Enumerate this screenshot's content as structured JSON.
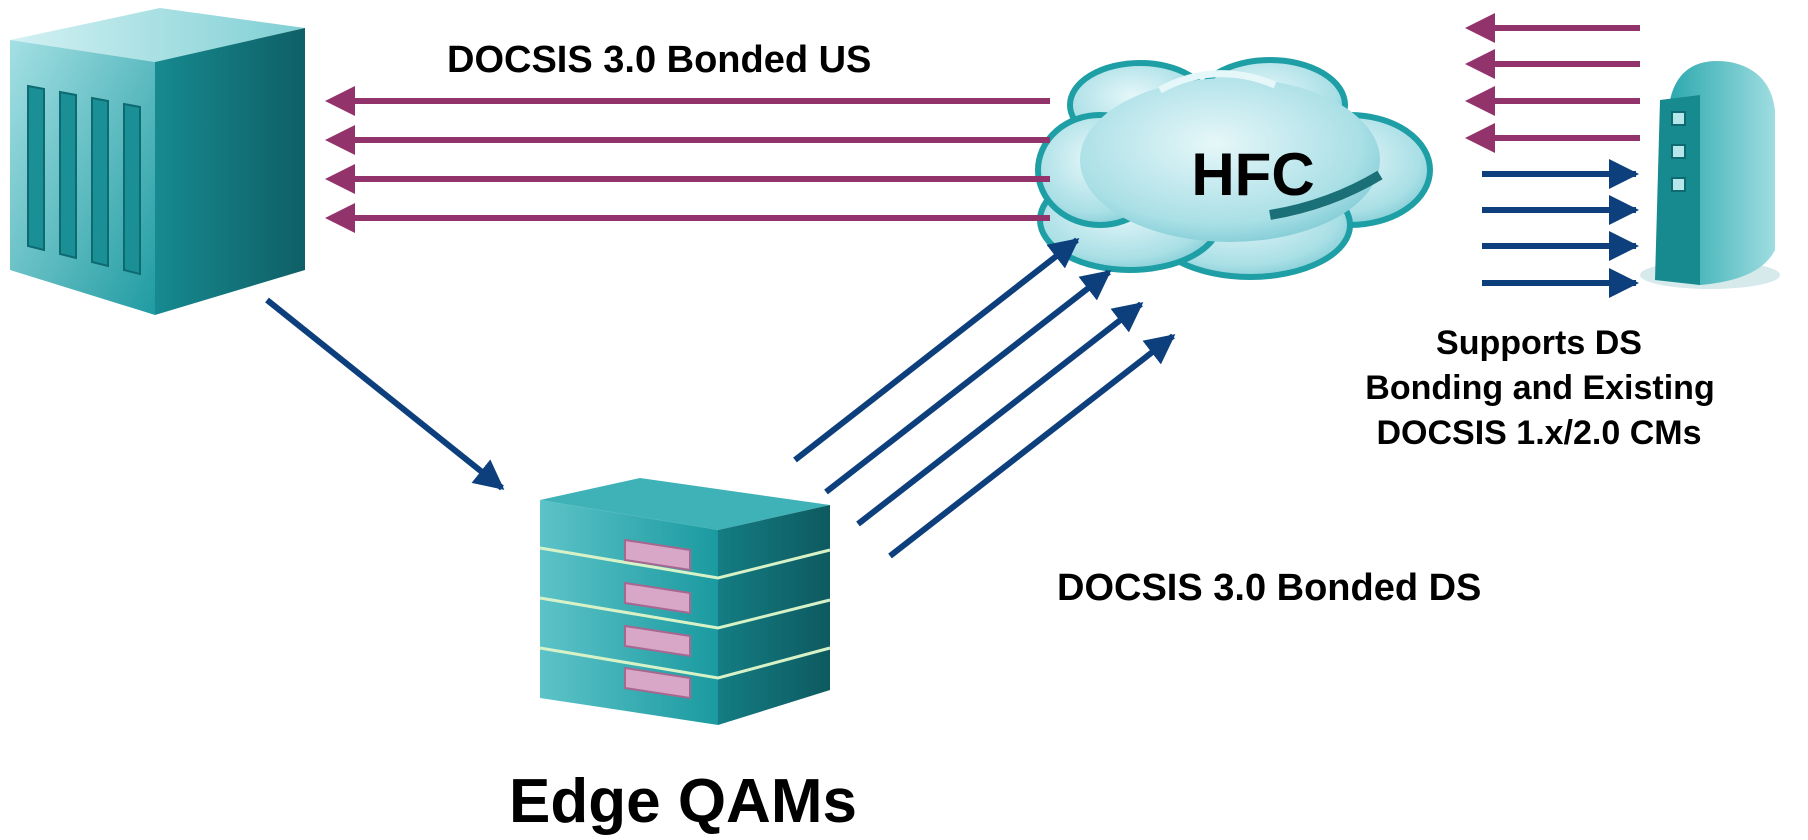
{
  "labels": {
    "us_bonded": "DOCSIS 3.0 Bonded US",
    "ds_bonded": "DOCSIS 3.0 Bonded DS",
    "hfc": "HFC",
    "edge_qams": "Edge QAMs",
    "cm_support": [
      "Supports DS",
      "Bonding and Existing",
      "DOCSIS 1.x/2.0 CMs"
    ]
  },
  "colors": {
    "upstream": "#93336b",
    "downstream": "#0d3f7d",
    "device": "#1f9ba1",
    "cloud": "#a9dfe6"
  },
  "icons": {
    "cmts": "server-cabinet-icon",
    "edge_qam": "rack-switch-icon",
    "hfc": "network-cloud-icon",
    "cable_modem": "cable-modem-icon"
  }
}
